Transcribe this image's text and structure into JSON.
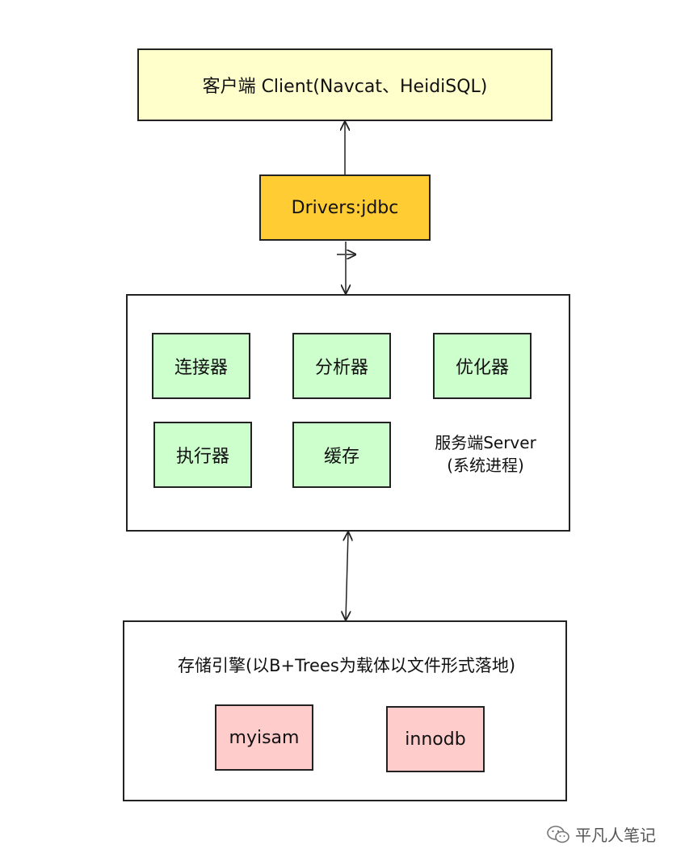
{
  "client": {
    "label": "客户端 Client(Navcat、HeidiSQL)"
  },
  "drivers": {
    "label": "Drivers:jdbc"
  },
  "server": {
    "components": [
      "连接器",
      "分析器",
      "优化器",
      "执行器",
      "缓存"
    ],
    "label_line1": "服务端Server",
    "label_line2": "(系统进程)"
  },
  "engine": {
    "label": "存储引擎(以B+Trees为载体以文件形式落地)",
    "engines": [
      "myisam",
      "innodb"
    ]
  },
  "watermark": {
    "text": "平凡人笔记",
    "icon": "wechat-icon"
  },
  "colors": {
    "client_bg": "#ffffcc",
    "drivers_bg": "#ffcc33",
    "component_bg": "#ccffcc",
    "engine_bg": "#ffcccc"
  }
}
